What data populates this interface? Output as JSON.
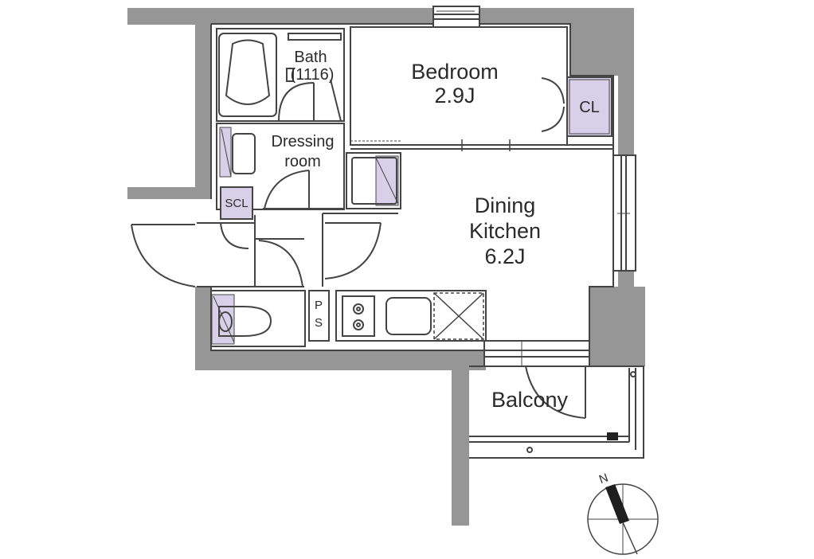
{
  "rooms": {
    "bedroom": {
      "name": "Bedroom",
      "size": "2.9J"
    },
    "dining_kitchen": {
      "line1": "Dining",
      "line2": "Kitchen",
      "size": "6.2J"
    },
    "bath": {
      "name": "Bath",
      "size": "(1116)"
    },
    "dressing_room": {
      "line1": "Dressing",
      "line2": "room"
    },
    "balcony": {
      "name": "Balcony"
    }
  },
  "fixtures": {
    "closet": "CL",
    "shoe_closet": "SCL",
    "pipe_space_top": "P",
    "pipe_space_bottom": "S"
  },
  "compass": {
    "north": "N"
  },
  "colors": {
    "wall": "#969696",
    "storage": "#d8d0e8",
    "line": "#444444"
  }
}
